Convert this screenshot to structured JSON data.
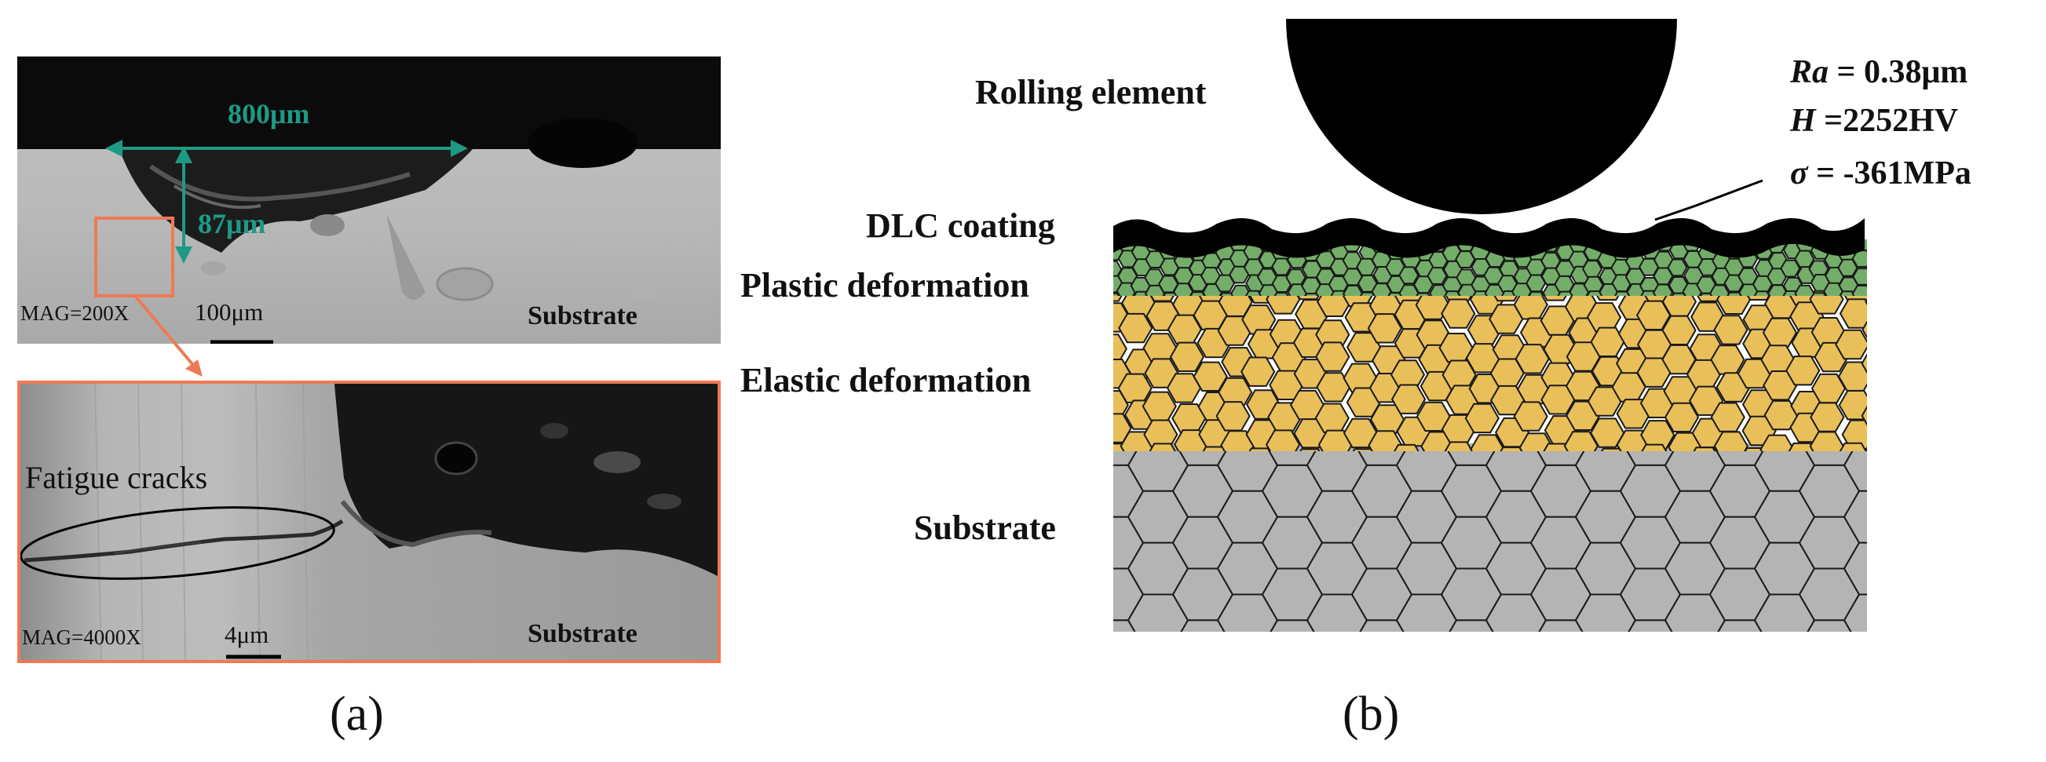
{
  "panel_a": {
    "top_image": {
      "width_label": "800μm",
      "depth_label": "87μm",
      "mag_label": "MAG=200X",
      "scale_label": "100μm",
      "region_label": "Substrate"
    },
    "bottom_image": {
      "annotation_label": "Fatigue cracks",
      "mag_label": "MAG=4000X",
      "scale_label": "4μm",
      "region_label": "Substrate"
    },
    "caption": "(a)"
  },
  "panel_b": {
    "rolling_element_label": "Rolling element",
    "layers": {
      "dlc": "DLC coating",
      "plastic": "Plastic deformation",
      "elastic": "Elastic deformation",
      "substrate": "Substrate"
    },
    "properties": {
      "ra_symbol": "Ra",
      "ra_value": " = 0.38μm",
      "h_symbol": "H",
      "h_value": " =2252HV",
      "sigma_symbol": "σ",
      "sigma_value": " = -361MPa"
    },
    "colors": {
      "plastic_fill": "#74ad6a",
      "elastic_fill": "#e9bf5a",
      "substrate_fill": "#b4b4b4",
      "coating_fill": "#000000",
      "accent_teal": "#1e9a84",
      "accent_orange": "#ee7a55"
    },
    "caption": "(b)"
  }
}
